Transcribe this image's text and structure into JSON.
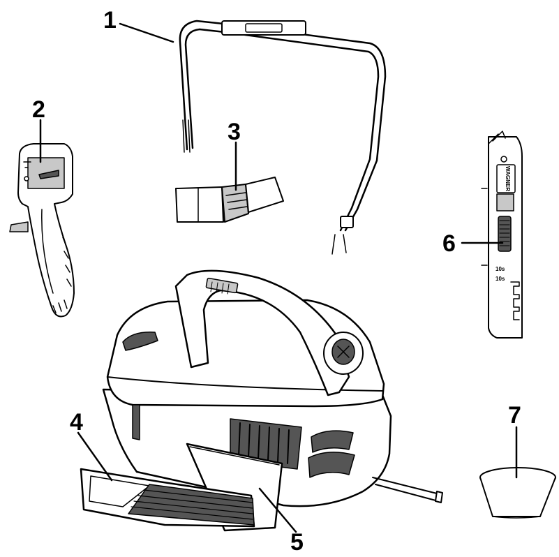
{
  "callouts": {
    "strap": "1",
    "spray_gun": "2",
    "hose_connector": "3",
    "air_filter_frame": "4",
    "filter_cover": "5",
    "viscosity_cup": "6",
    "container": "7"
  },
  "labels": {
    "brand": "WAGNER",
    "mark_a": "10s",
    "mark_b": "10s"
  }
}
